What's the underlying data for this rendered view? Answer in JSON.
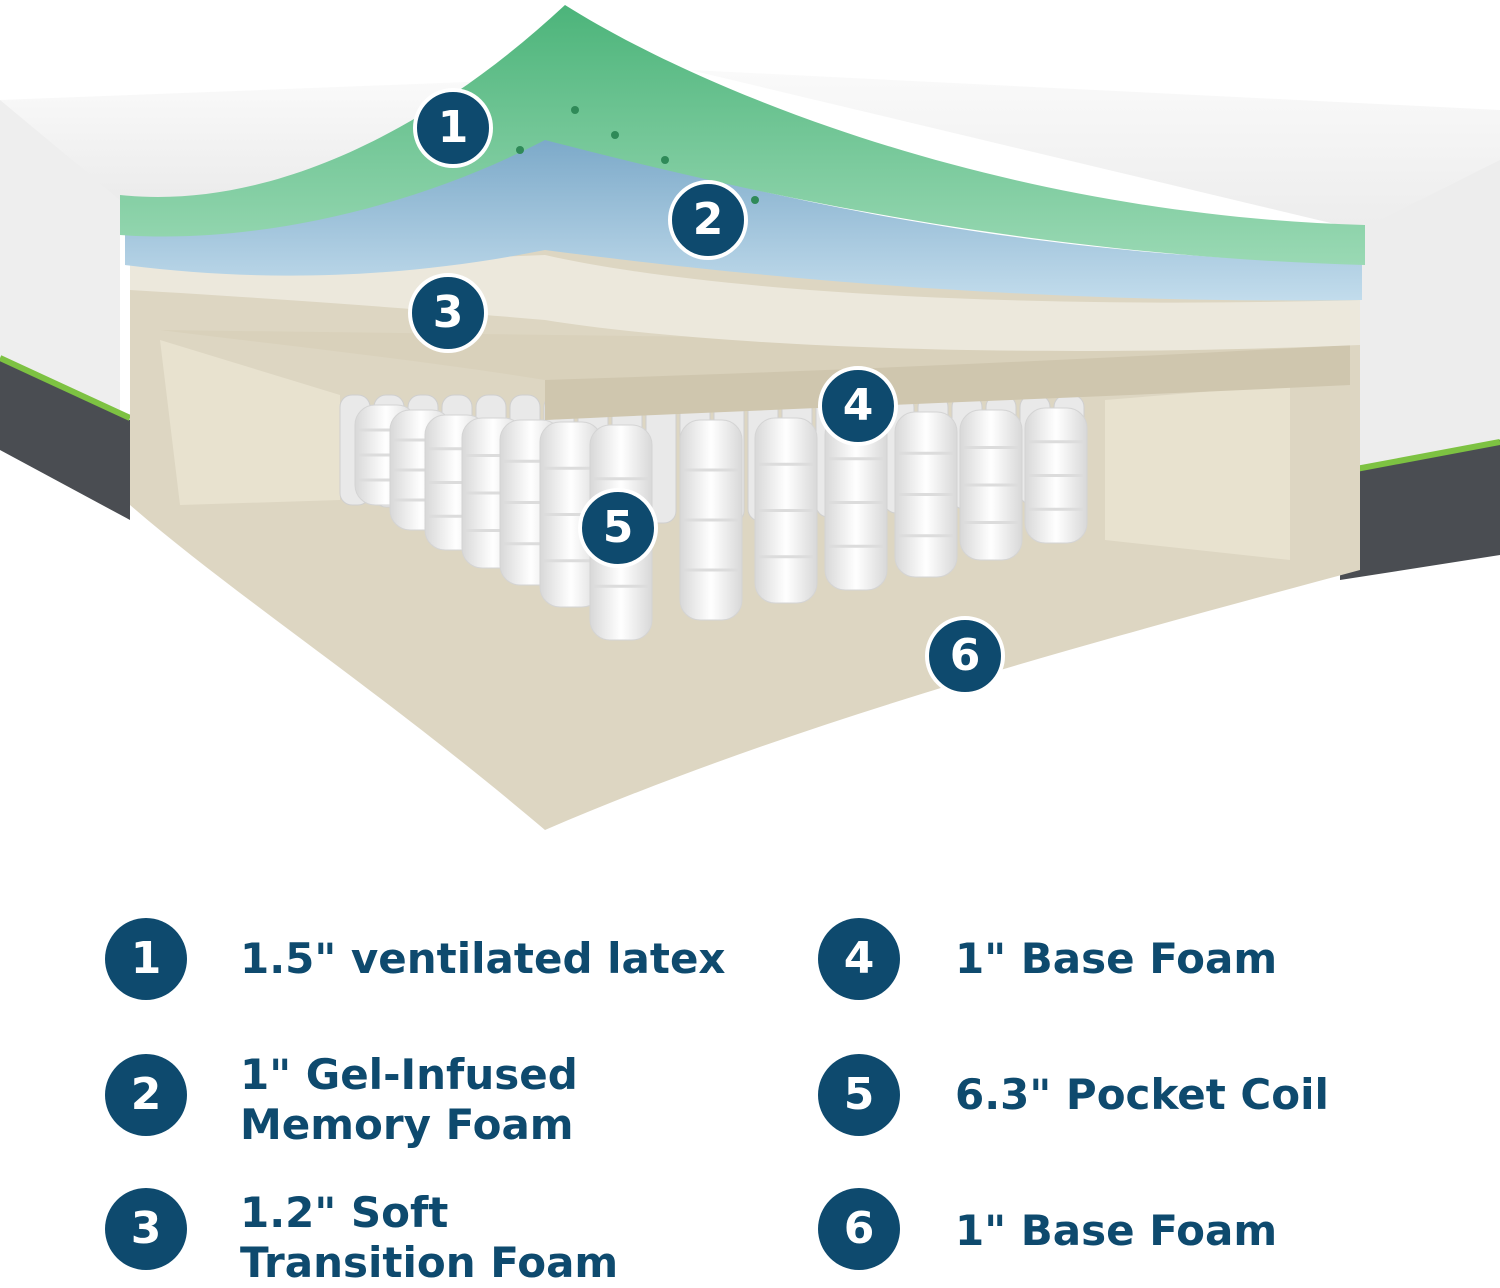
{
  "diagram": {
    "callouts": [
      {
        "number": "1"
      },
      {
        "number": "2"
      },
      {
        "number": "3"
      },
      {
        "number": "4"
      },
      {
        "number": "5"
      },
      {
        "number": "6"
      }
    ],
    "colors": {
      "badge": "#0e4a6e",
      "latex": "#5cc08a",
      "gel_foam": "#8fb9d6",
      "transition_foam": "#ece8dc",
      "base_foam": "#ddd6c2",
      "coils": "#f4f4f4",
      "cover": "#f2f2f2",
      "border": "#4a4d52",
      "accent_stripe": "#7dc242"
    }
  },
  "legend": [
    {
      "number": "1",
      "lines": [
        "1.5\" ventilated latex"
      ]
    },
    {
      "number": "2",
      "lines": [
        "1\" Gel-Infused",
        "Memory Foam"
      ]
    },
    {
      "number": "3",
      "lines": [
        "1.2\" Soft",
        "Transition Foam"
      ]
    },
    {
      "number": "4",
      "lines": [
        "1\" Base Foam"
      ]
    },
    {
      "number": "5",
      "lines": [
        "6.3\" Pocket Coil"
      ]
    },
    {
      "number": "6",
      "lines": [
        "1\" Base Foam"
      ]
    }
  ]
}
